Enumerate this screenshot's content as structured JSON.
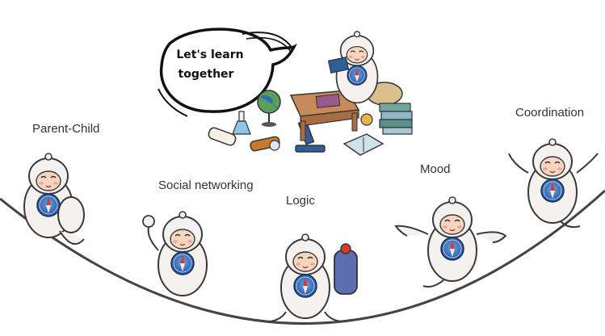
{
  "speech_bubble": {
    "line1": "Let's learn",
    "line2": "together"
  },
  "labels": {
    "parent_child": "Parent-Child",
    "social_networking": "Social networking",
    "logic": "Logic",
    "mood": "Mood",
    "coordination": "Coordination"
  },
  "colors": {
    "outline": "#3a3a3a",
    "mascot_body": "#f4f1ee",
    "compass_blue": "#2a66b8",
    "compass_red": "#d63a2a",
    "desk_brown": "#b87a4f",
    "cushion": "#d9c08d"
  }
}
